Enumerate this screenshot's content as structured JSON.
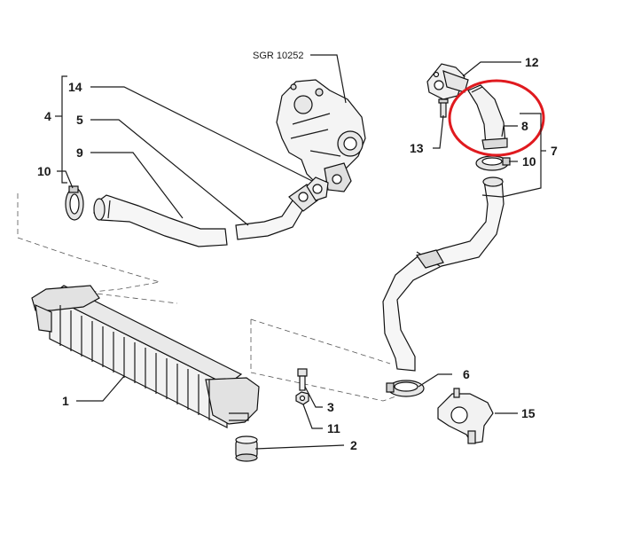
{
  "diagram": {
    "reference_code": "SGR 10252",
    "highlight_color": "#e01a1f",
    "callouts": [
      {
        "id": "c14",
        "text": "14"
      },
      {
        "id": "c5",
        "text": "5"
      },
      {
        "id": "c9",
        "text": "9"
      },
      {
        "id": "c4",
        "text": "4"
      },
      {
        "id": "c10a",
        "text": "10"
      },
      {
        "id": "c12",
        "text": "12"
      },
      {
        "id": "c8",
        "text": "8"
      },
      {
        "id": "c13",
        "text": "13"
      },
      {
        "id": "c7",
        "text": "7"
      },
      {
        "id": "c10b",
        "text": "10"
      },
      {
        "id": "c1",
        "text": "1"
      },
      {
        "id": "c6",
        "text": "6"
      },
      {
        "id": "c15",
        "text": "15"
      },
      {
        "id": "c3",
        "text": "3"
      },
      {
        "id": "c11",
        "text": "11"
      },
      {
        "id": "c2",
        "text": "2"
      }
    ],
    "parts": [
      "turbocharger",
      "intercooler",
      "hose-9",
      "pipe-5",
      "hose-8",
      "flange-12",
      "hose-7",
      "bracket-15",
      "clamp-6",
      "clamp-10-right",
      "clamp-10-left",
      "mount-2",
      "bolt-3",
      "nut-11",
      "stud-13"
    ]
  }
}
